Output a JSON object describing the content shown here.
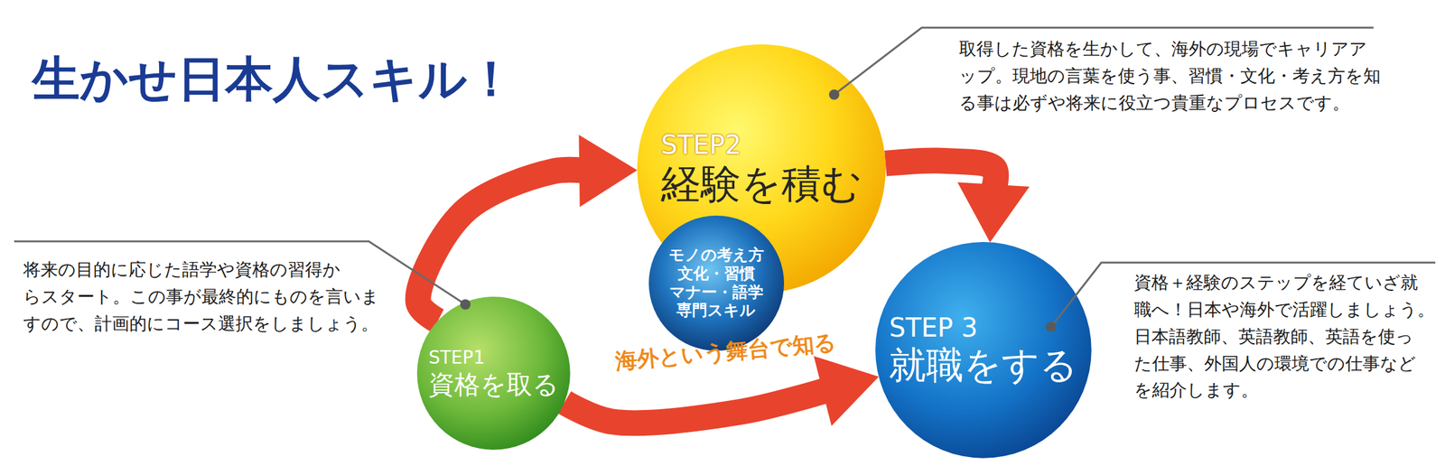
{
  "diagram": {
    "title": "生かせ日本人スキル！",
    "nodes": [
      {
        "text": [
          "STEP1",
          "資格を取る"
        ]
      },
      {
        "text": [
          "STEP2",
          "経験を積む"
        ]
      },
      {
        "text": [
          "モノの考え方 文化・習慣 マナー・語学 専門スキル"
        ]
      },
      {
        "text": [
          "STEP 3",
          "就職をする"
        ]
      }
    ],
    "edges": [
      {
        "from": 0,
        "to": 1,
        "arrow": "to"
      },
      {
        "from": 1,
        "to": 3,
        "arrow": "to"
      },
      {
        "from": 0,
        "to": 3,
        "arrow": "to"
      }
    ],
    "labels": [
      "将来の目的に応じた語学や資格の習得か らスタート。この事が最終的にものを言いま すので、計画的にコース選択をしましょう。",
      "取得した資格を生かして、海外の現場でキャリアア ップ。現地の言葉を使う事、習慣・文化・考え方を知 る事は必ずや将来に役立つ貴重なプロセスです。",
      "資格＋経験のステップを経ていざ就 職へ！日本や海外で活躍しましょう。 日本語教師、英語教師、英語を使っ た仕事、外国人の環境での仕事など を紹介します。",
      "海外という舞台で知る"
    ]
  }
}
